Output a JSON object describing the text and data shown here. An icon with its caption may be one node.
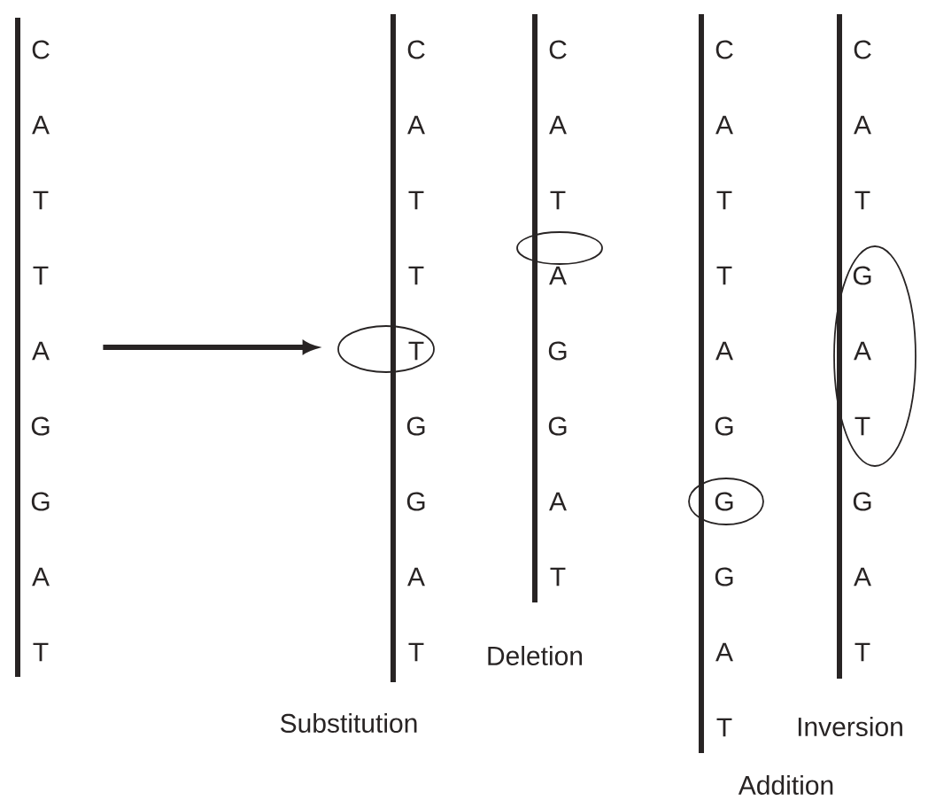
{
  "diagram": {
    "nodes": [
      {
        "text": [
          "C",
          "A",
          "T",
          "T",
          "A",
          "G",
          "G",
          "A",
          "T"
        ]
      },
      {
        "text": [
          "C",
          "A",
          "T",
          "T",
          "T",
          "G",
          "G",
          "A",
          "T"
        ],
        "beside": [
          "Substitution"
        ]
      },
      {
        "text": [
          "C",
          "A",
          "T",
          "A",
          "G",
          "G",
          "A",
          "T"
        ],
        "beside": [
          "Deletion"
        ]
      },
      {
        "text": [
          "C",
          "A",
          "T",
          "T",
          "A",
          "G",
          "G",
          "G",
          "A",
          "T"
        ],
        "beside": [
          "Addition"
        ]
      },
      {
        "text": [
          "C",
          "A",
          "T",
          "G",
          "A",
          "T",
          "G",
          "A",
          "T"
        ],
        "beside": [
          "Inversion"
        ]
      }
    ],
    "edges": [
      {
        "from": 0,
        "to": 1,
        "arrow": "to"
      }
    ]
  }
}
